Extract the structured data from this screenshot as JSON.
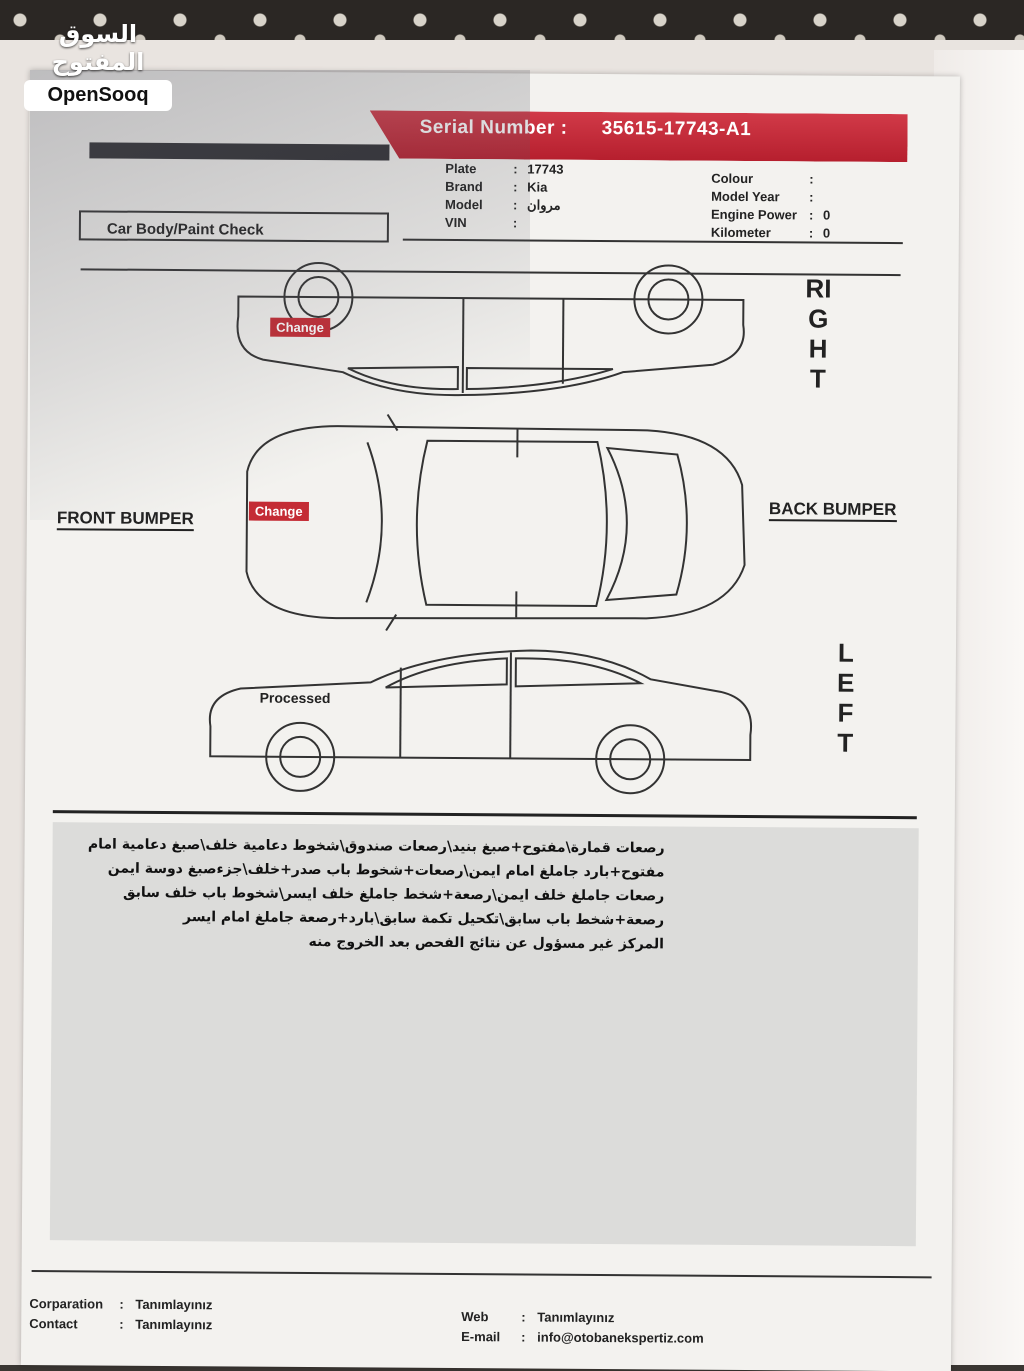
{
  "watermark": {
    "arabic": "السوق المفتوح",
    "english": "OpenSooq"
  },
  "header": {
    "serial_label": "Serial Number :",
    "serial_value": "35615-17743-A1",
    "left_fields": [
      {
        "label": "Plate",
        "value": "17743"
      },
      {
        "label": "Brand",
        "value": "Kia"
      },
      {
        "label": "Model",
        "value": "مروان"
      },
      {
        "label": "VIN",
        "value": ""
      }
    ],
    "right_fields": [
      {
        "label": "Colour",
        "value": ""
      },
      {
        "label": "Model Year",
        "value": ""
      },
      {
        "label": "Engine Power",
        "value": "0"
      },
      {
        "label": "Kilometer",
        "value": "0"
      }
    ]
  },
  "section_title": "Car Body/Paint Check",
  "sides": {
    "right": "RIGHT",
    "left": "LEFT",
    "front_bumper": "FRONT BUMPER",
    "back_bumper": "BACK BUMPER"
  },
  "marks": {
    "right_change": "Change",
    "top_change": "Change",
    "left_processed": "Processed"
  },
  "colors": {
    "banner_red": "#c42c35",
    "dark_bar": "#2f2f33"
  },
  "notes": [
    "رصعات قمارة\\مفتوح+صبغ بنيد\\رصعات صندوق\\شخوط دعامية خلف\\صبغ دعامية امام",
    "مفتوح+بارد جاملغ امام ايمن\\رصعات+شخوط باب صدر+خلف\\جزءصبغ دوسة ايمن",
    "رصعات جاملغ خلف ايمن\\رصعة+شخط جاملغ خلف ايسر\\شخوط باب خلف سابق",
    "رصعة+شخط باب سابق\\تكحيل تكمة سابق\\بارد+رصعة جاملغ امام ايسر",
    "المركز غير مسؤول عن نتائج الفحص بعد الخروج منه"
  ],
  "footer": {
    "left": [
      {
        "label": "Corparation",
        "value": "Tanımlayınız"
      },
      {
        "label": "Contact",
        "value": "Tanımlayınız"
      }
    ],
    "right": [
      {
        "label": "Web",
        "value": "Tanımlayınız"
      },
      {
        "label": "E-mail",
        "value": "info@otobanekspertiz.com"
      }
    ]
  }
}
